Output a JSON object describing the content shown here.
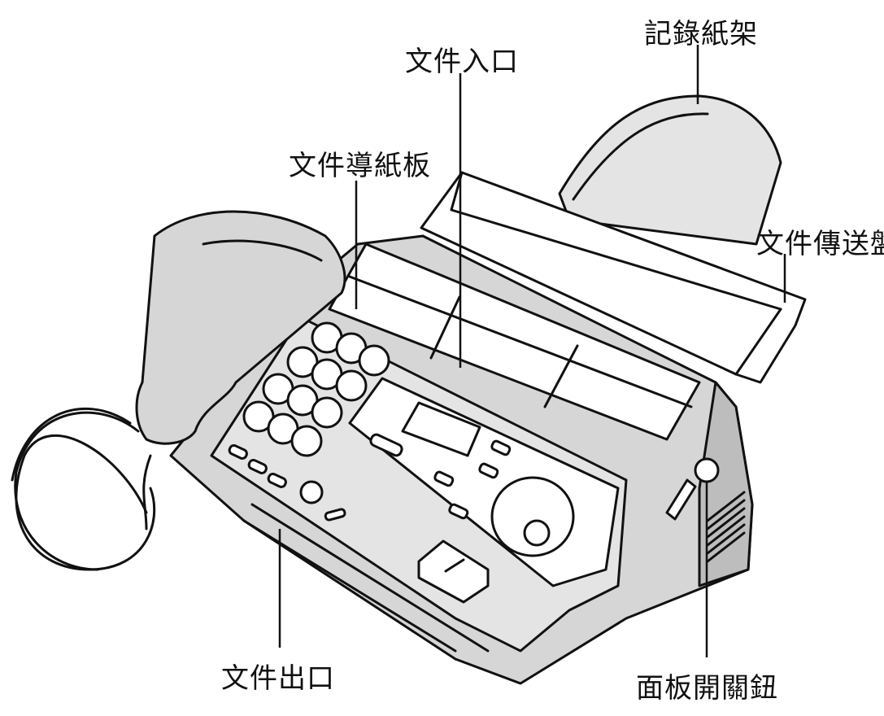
{
  "labels": {
    "paper_holder": "記錄紙架",
    "document_entrance": "文件入口",
    "document_guide": "文件導紙板",
    "document_tray": "文件傳送盤",
    "document_exit": "文件出口",
    "panel_open_button": "面板開關鈕"
  }
}
